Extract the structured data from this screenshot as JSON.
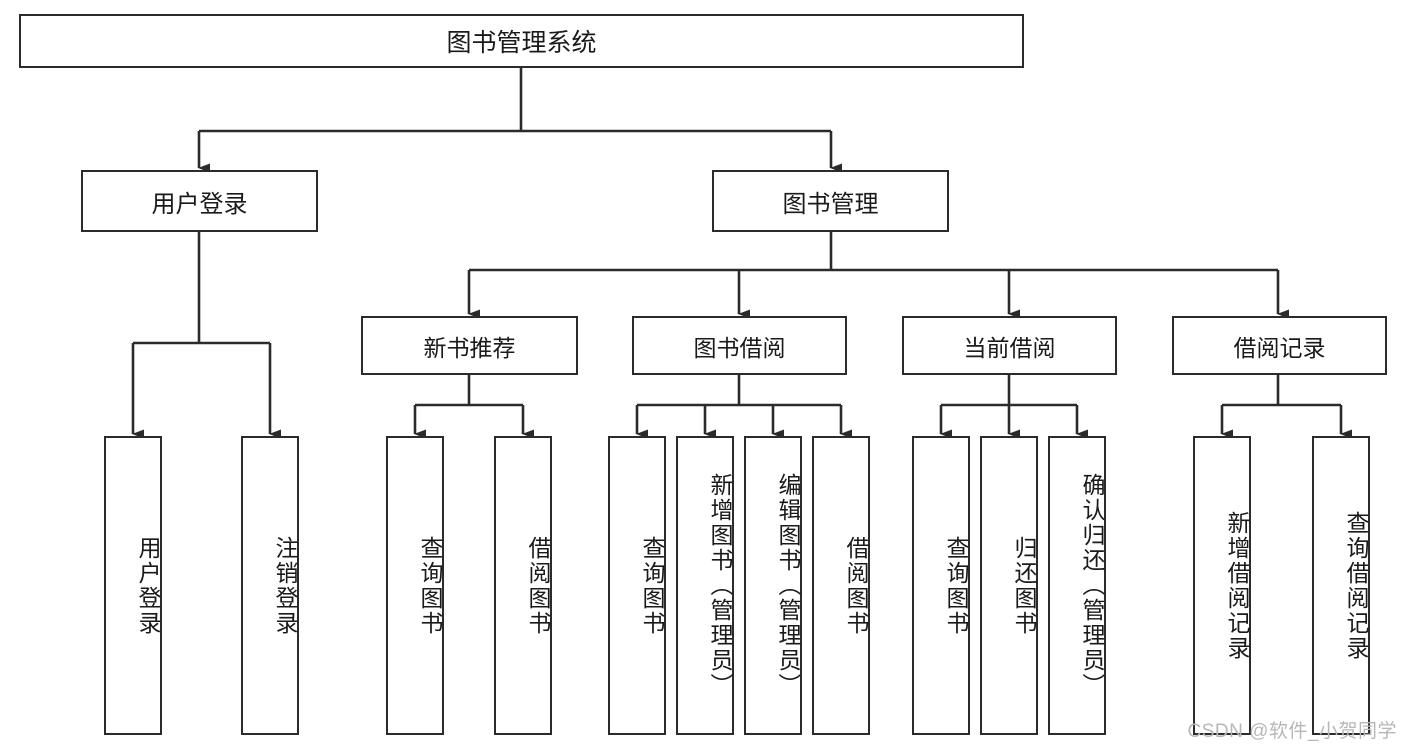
{
  "diagram": {
    "title": "图书管理系统",
    "type": "tree-hierarchy-diagram",
    "colors": {
      "box_border": "#2b2b2b",
      "box_fill": "#ffffff",
      "connector": "#2b2b2b",
      "watermark": "#b7b7b7",
      "background": "#ffffff"
    },
    "root": {
      "label": "图书管理系统"
    },
    "level1": [
      {
        "label": "用户登录"
      },
      {
        "label": "图书管理"
      }
    ],
    "level2": [
      {
        "label": "新书推荐"
      },
      {
        "label": "图书借阅"
      },
      {
        "label": "当前借阅"
      },
      {
        "label": "借阅记录"
      }
    ],
    "leaves": {
      "user_login": [
        {
          "label": "用户登录"
        },
        {
          "label": "注销登录"
        }
      ],
      "new_book_recommend": [
        {
          "label": "查询图书"
        },
        {
          "label": "借阅图书"
        }
      ],
      "book_borrow": [
        {
          "label": "查询图书"
        },
        {
          "label": "新增图书（管理员）"
        },
        {
          "label": "编辑图书（管理员）"
        },
        {
          "label": "借阅图书"
        }
      ],
      "current_borrow": [
        {
          "label": "查询图书"
        },
        {
          "label": "归还图书"
        },
        {
          "label": "确认归还（管理员）"
        }
      ],
      "borrow_record": [
        {
          "label": "新增借阅记录"
        },
        {
          "label": "查询借阅记录"
        }
      ]
    },
    "watermark": "CSDN @软件_小贺同学"
  }
}
